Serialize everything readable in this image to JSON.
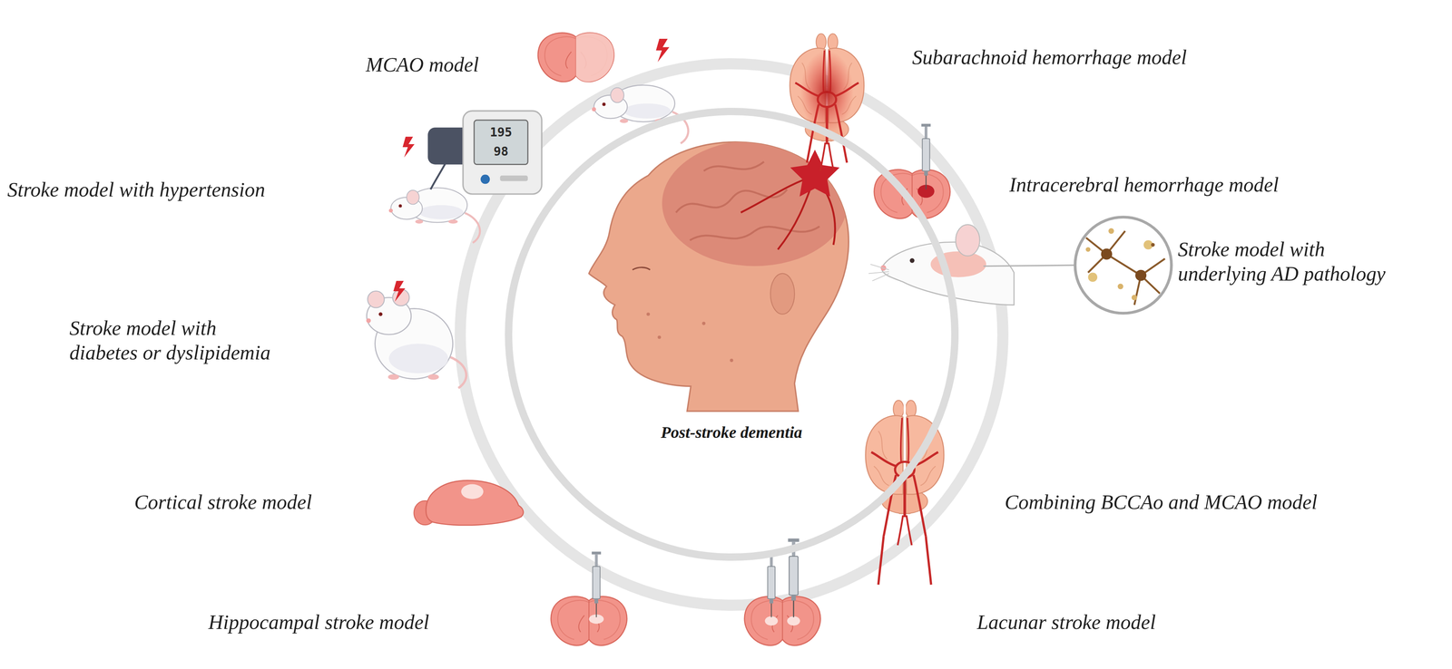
{
  "diagram": {
    "nodes": [
      {
        "text": [
          "Post-stroke dementia"
        ]
      }
    ],
    "labels": [
      "Subarachnoid hemorrhage model",
      "MCAO model",
      "195",
      "98",
      "Stroke model with hypertension",
      "Intracerebral hemorrhage model",
      "Stroke model with underlying AD pathology",
      "Stroke model with diabetes or dyslipidemia",
      "Cortical stroke model",
      "Combining BCCAo and MCAO model",
      "Hippocampal stroke model",
      "Lacunar stroke model"
    ]
  }
}
